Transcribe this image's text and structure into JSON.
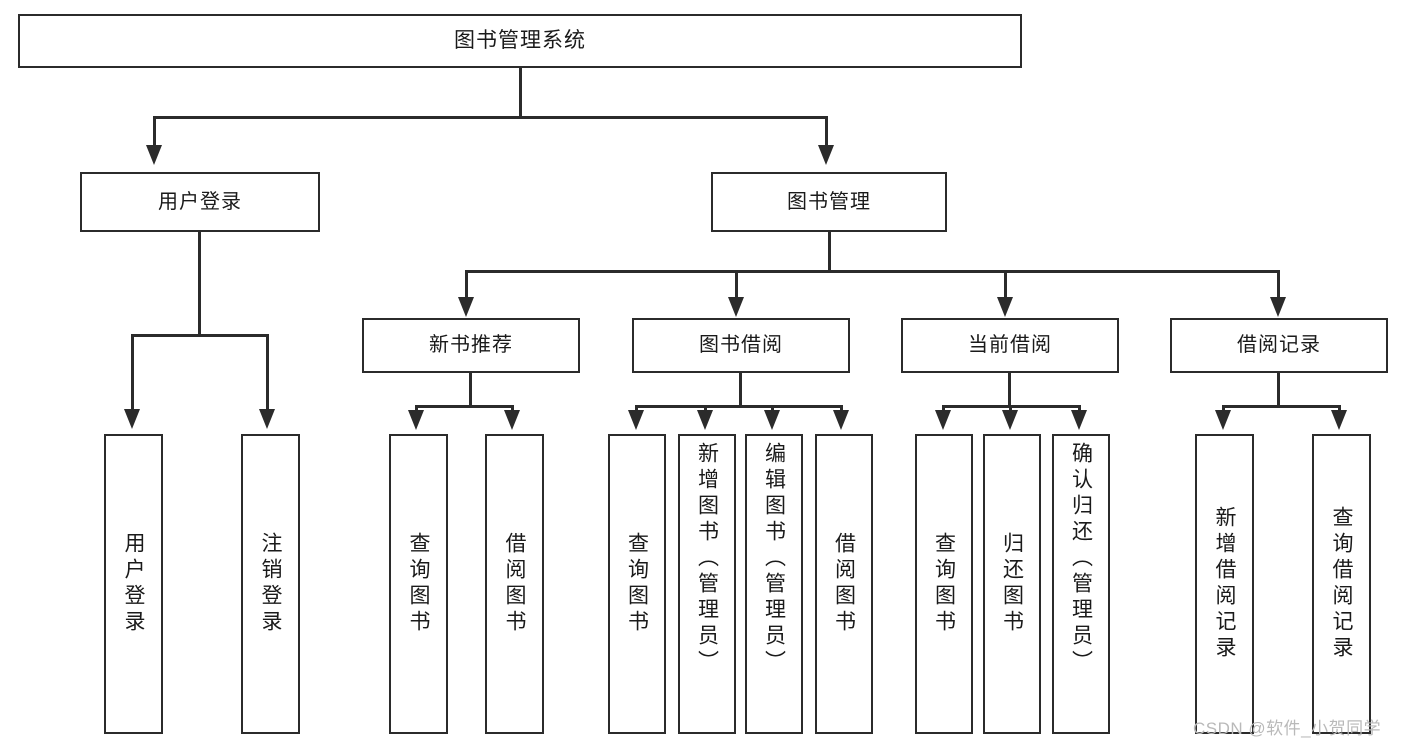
{
  "diagram": {
    "type": "tree-hierarchy-functional-decomposition",
    "root": {
      "id": "root",
      "label": "图书管理系统"
    },
    "level2": [
      {
        "id": "user-login",
        "label": "用户登录"
      },
      {
        "id": "book-management",
        "label": "图书管理"
      }
    ],
    "level3": [
      {
        "id": "new-book-recommend",
        "label": "新书推荐",
        "parent": "book-management"
      },
      {
        "id": "book-borrow",
        "label": "图书借阅",
        "parent": "book-management"
      },
      {
        "id": "current-borrow",
        "label": "当前借阅",
        "parent": "book-management"
      },
      {
        "id": "borrow-record",
        "label": "借阅记录",
        "parent": "book-management"
      }
    ],
    "leaves": [
      {
        "id": "leaf-user-login",
        "label": "用户登录",
        "parent": "user-login"
      },
      {
        "id": "leaf-logout",
        "label": "注销登录",
        "parent": "user-login"
      },
      {
        "id": "leaf-query-book-1",
        "label": "查询图书",
        "parent": "new-book-recommend"
      },
      {
        "id": "leaf-borrow-book-1",
        "label": "借阅图书",
        "parent": "new-book-recommend"
      },
      {
        "id": "leaf-query-book-2",
        "label": "查询图书",
        "parent": "book-borrow"
      },
      {
        "id": "leaf-add-book",
        "label": "新增图书（管理员）",
        "parent": "book-borrow"
      },
      {
        "id": "leaf-edit-book",
        "label": "编辑图书（管理员）",
        "parent": "book-borrow"
      },
      {
        "id": "leaf-borrow-book-2",
        "label": "借阅图书",
        "parent": "book-borrow"
      },
      {
        "id": "leaf-query-book-3",
        "label": "查询图书",
        "parent": "current-borrow"
      },
      {
        "id": "leaf-return-book",
        "label": "归还图书",
        "parent": "current-borrow"
      },
      {
        "id": "leaf-confirm-return",
        "label": "确认归还（管理员）",
        "parent": "current-borrow"
      },
      {
        "id": "leaf-add-record",
        "label": "新增借阅记录",
        "parent": "borrow-record"
      },
      {
        "id": "leaf-query-record",
        "label": "查询借阅记录",
        "parent": "borrow-record"
      }
    ]
  },
  "watermark": {
    "text": "CSDN @软件_小贺同学"
  },
  "colors": {
    "stroke": "#2b2b2b",
    "background": "#ffffff",
    "text": "#1a1a1a",
    "watermark": "#b9b9b9"
  }
}
